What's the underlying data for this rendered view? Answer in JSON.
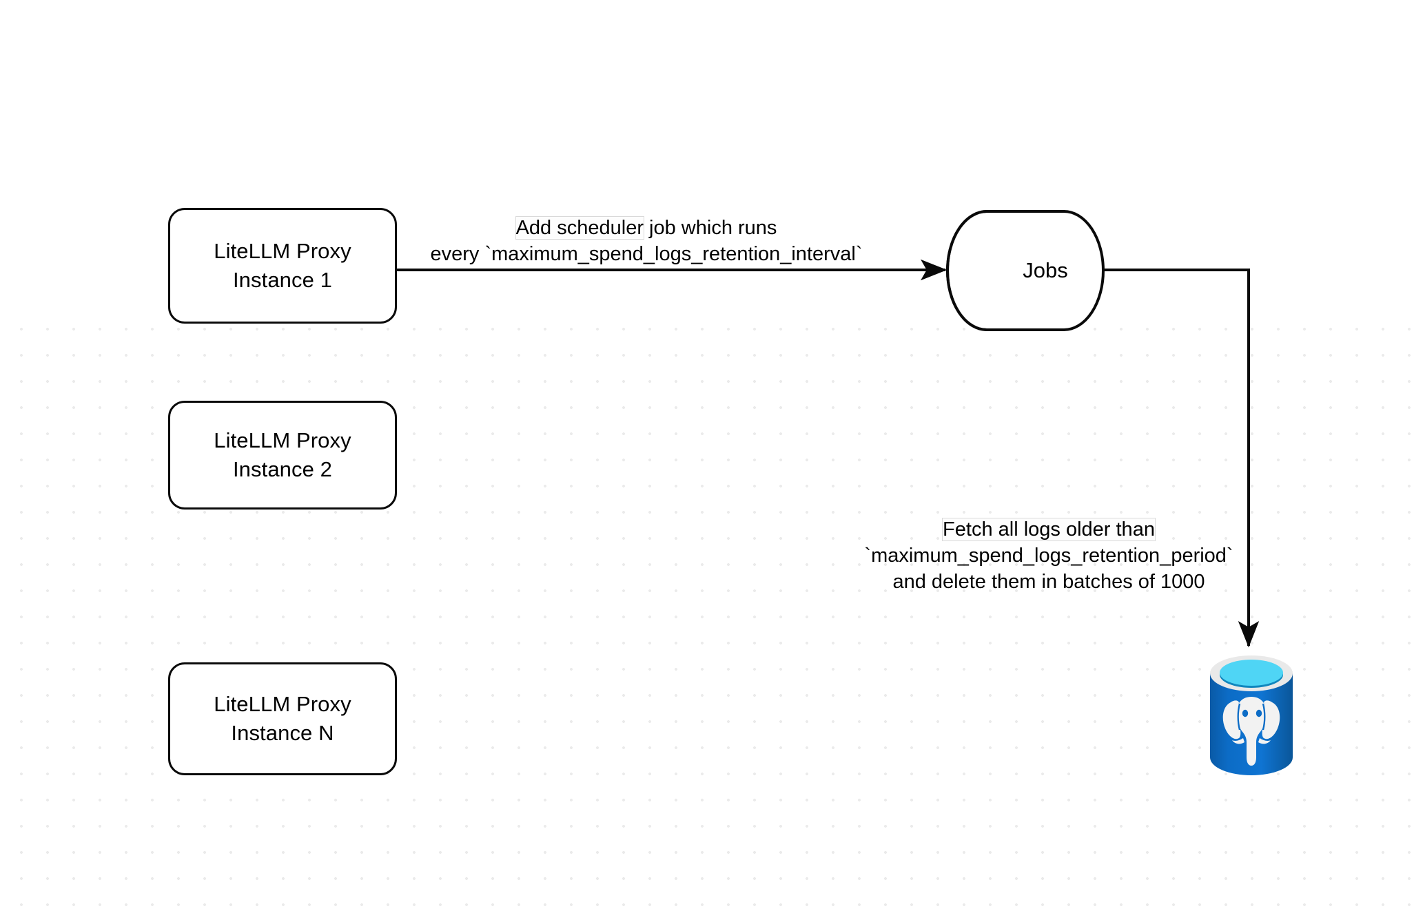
{
  "diagram": {
    "title": "LiteLLM spend logs retention cleanup flow",
    "background_color": "#ffffff",
    "grid_dot_color": "#ebebeb",
    "stroke_color": "#0a0a0a"
  },
  "nodes": {
    "proxy_instances": [
      {
        "id": "instance-1",
        "line1": "LiteLLM Proxy",
        "line2": "Instance 1"
      },
      {
        "id": "instance-2",
        "line1": "LiteLLM Proxy",
        "line2": "Instance 2"
      },
      {
        "id": "instance-n",
        "line1": "LiteLLM Proxy",
        "line2": "Instance N"
      }
    ],
    "jobs": {
      "label": "Jobs",
      "shape": "cylinder"
    },
    "database": {
      "icon": "postgresql-database-icon",
      "body_color": "#0b6cc4",
      "body_color_dark": "#0a5aa6",
      "rim_color": "#e9e9e9",
      "opening_color": "#4fd5f5",
      "opening_shadow_color": "#1186bd",
      "elephant_color": "#f2f2f2"
    }
  },
  "edges": {
    "scheduler": {
      "line1": "Add scheduler",
      "line1_rest": " job which runs",
      "line2": "every `maximum_spend_logs_retention_interval`"
    },
    "fetch": {
      "line1": "Fetch all logs older than",
      "line2": "`maximum_spend_logs_retention_period`",
      "line3": "and delete them in batches of 1000"
    }
  }
}
